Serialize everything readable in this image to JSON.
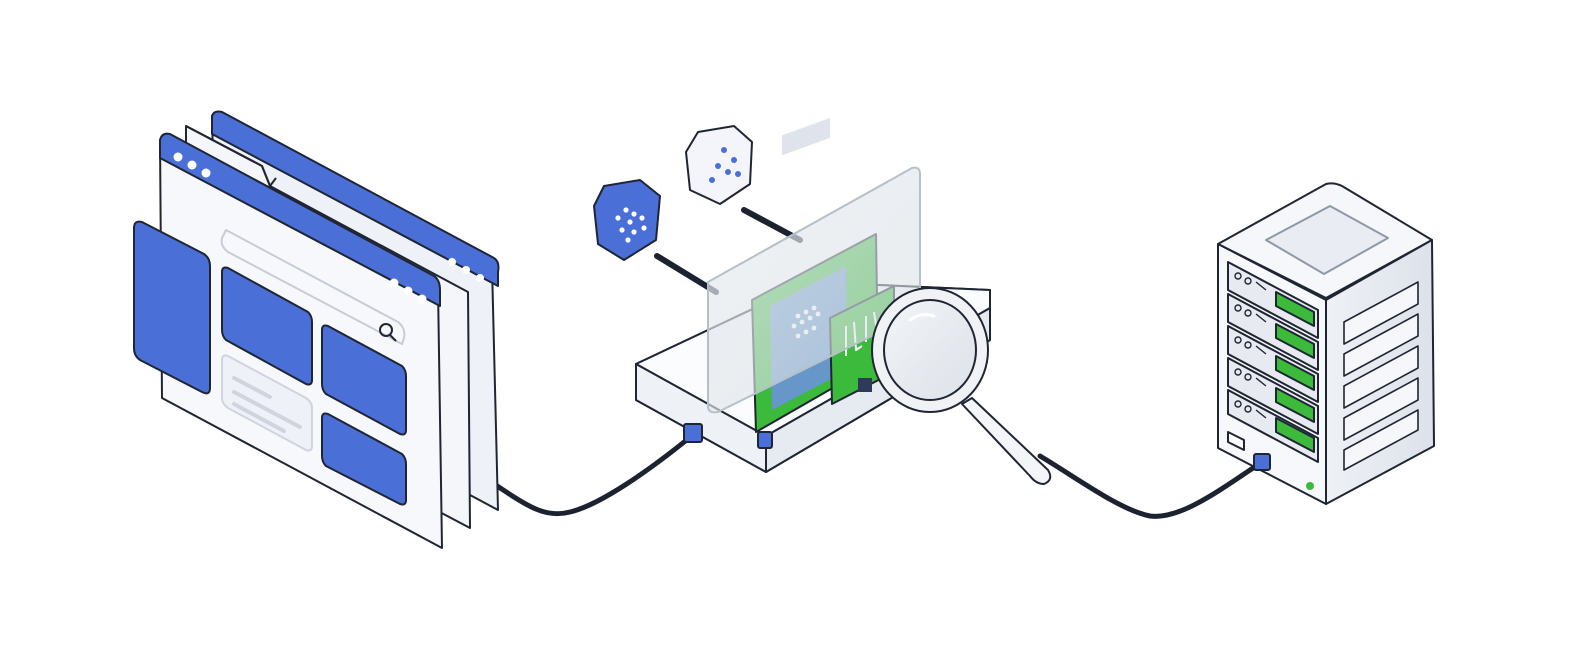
{
  "diagram": {
    "nodes": [
      {
        "id": "browser-windows",
        "kind": "stacked-browser-windows",
        "icons": [
          "window-dots-icon",
          "search-icon"
        ]
      },
      {
        "id": "inspection-appliance",
        "kind": "gateway-appliance",
        "icons": [
          "magnifier-icon",
          "pattern-chip-icon",
          "glass-filter-panel"
        ]
      },
      {
        "id": "server-rack",
        "kind": "rack-server",
        "icons": [
          "drive-bay-icon",
          "status-led-icon"
        ]
      }
    ],
    "floating_badges": [
      {
        "id": "badge-blue",
        "icon": "dot-pattern-icon",
        "color": "#4a6fd6"
      },
      {
        "id": "badge-white",
        "icon": "network-nodes-icon",
        "color": "#f3f5fb"
      }
    ],
    "edges": [
      {
        "from": "browser-windows",
        "to": "inspection-appliance",
        "style": "cable"
      },
      {
        "from": "inspection-appliance",
        "to": "server-rack",
        "style": "cable"
      }
    ],
    "colors": {
      "accent_blue": "#4a6fd6",
      "accent_green": "#3cba3c",
      "outline": "#1f2533",
      "panel": "#eef1f7",
      "cable": "#1c2230"
    }
  }
}
